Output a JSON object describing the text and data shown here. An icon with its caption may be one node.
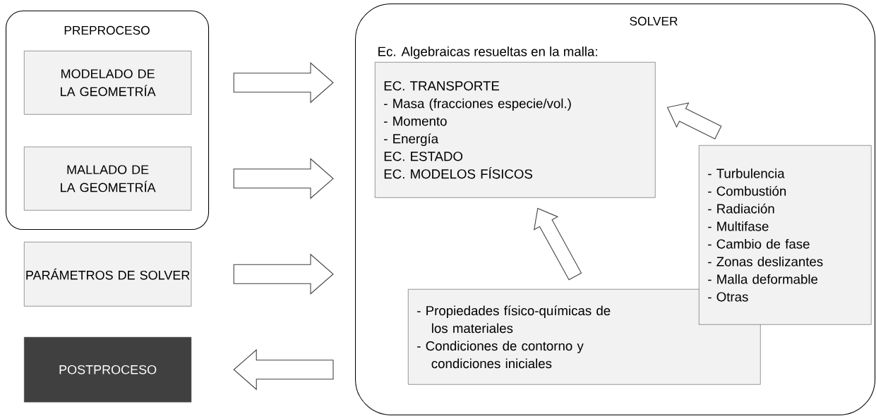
{
  "diagram": {
    "nodes": [
      {
        "text": [
          "PREPROCESO"
        ]
      },
      {
        "text": [
          "MODELADO DE LA GEOMETRÍA"
        ],
        "in": 0
      },
      {
        "text": [
          "MALLADO DE LA GEOMETRÍA"
        ],
        "in": 0
      },
      {
        "text": [
          "PARÁMETROS DE SOLVER"
        ]
      },
      {
        "text": [
          "POSTPROCESO"
        ]
      },
      {
        "text": [
          "SOLVER"
        ]
      },
      {
        "text": [
          "Ec. Algebraicas resueltas en la malla:",
          "EC. TRANSPORTE",
          "- Masa (fracciones especie/vol.)",
          "- Momento",
          "- Energía",
          "EC. ESTADO",
          "EC. MODELOS FÍSICOS"
        ],
        "in": 5
      },
      {
        "text": [
          "- Propiedades físico-químicas de los materiales",
          "- Condiciones de contorno y condiciones iniciales"
        ],
        "in": 5
      },
      {
        "text": [
          "- Turbulencia",
          "- Combustión",
          "- Radiación",
          "- Multifase",
          "- Cambio de fase",
          "- Zonas deslizantes",
          "- Malla deformable",
          "- Otras"
        ],
        "in": 5
      }
    ],
    "edges": [
      {
        "from": 1,
        "to": 5,
        "arrow": "to"
      },
      {
        "from": 2,
        "to": 5,
        "arrow": "to"
      },
      {
        "from": 3,
        "to": 5,
        "arrow": "to"
      },
      {
        "from": 5,
        "to": 4,
        "arrow": "to"
      },
      {
        "from": 7,
        "to": 6,
        "arrow": "to"
      },
      {
        "from": 8,
        "to": 6,
        "arrow": "to"
      }
    ]
  }
}
